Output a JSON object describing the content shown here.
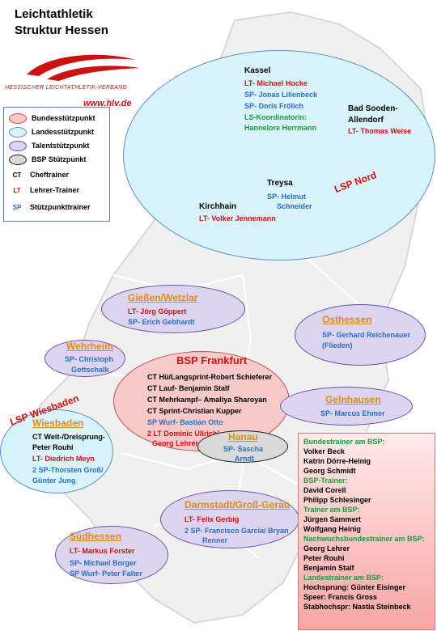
{
  "title": "Leichtathletik\nStruktur Hessen",
  "logo": {
    "text": "HESSISCHER LEICHTATHLETIK-VERBAND",
    "url": "www.hlv.de",
    "color": "#cc1111"
  },
  "legend": {
    "items": [
      {
        "label": "Bundesstützpunkt",
        "swatch": "#f8c9c9"
      },
      {
        "label": "Landesstützpunkt",
        "swatch": "#d9f3fb"
      },
      {
        "label": "Talentstützpunkt",
        "swatch": "#ddd4ef"
      },
      {
        "label": "BSP Stützpunkt",
        "swatch": "#d9d9d9"
      }
    ],
    "abbreviations": [
      {
        "abbr": "CT",
        "label": "Cheftrainer",
        "color": "#000000"
      },
      {
        "abbr": "LT",
        "label": "Lehrer-Trainer",
        "color": "#d01010"
      },
      {
        "abbr": "SP",
        "label": "Stützpunkttrainer",
        "color": "#2a6fc0"
      }
    ]
  },
  "nord": {
    "badge": "LSP Nord",
    "kassel": {
      "name": "Kassel",
      "lines": [
        "LT- Michael Hocke",
        "SP- Jonas Lilienbeck",
        "SP- Doris Frölich",
        "LS-Koordinatorin:",
        "Hannelore Herrmann"
      ]
    },
    "badsooden": {
      "name": "Bad Sooden-\nAllendorf",
      "lines": [
        "LT- Thomas Weise"
      ]
    },
    "treysa": {
      "name": "Treysa",
      "lines": [
        "SP- Helmut",
        "Schneider"
      ]
    },
    "kirchhain": {
      "name": "Kirchhain",
      "lines": [
        "LT- Volker Jennemann"
      ]
    }
  },
  "giessen": {
    "name": "Gießen/Wetzlar",
    "lines": [
      "LT- Jörg Göppert",
      "SP- Erich Gebhardt"
    ]
  },
  "osthessen": {
    "name": "Osthessen",
    "lines": [
      "SP- Gerhard Reichenauer",
      "(Flieden)"
    ]
  },
  "wehrheim": {
    "name": "Wehrheim",
    "lines": [
      "SP- Christoph",
      "Gottschalk"
    ]
  },
  "frankfurt": {
    "name": "BSP Frankfurt",
    "lines": [
      "CT Hü/Langsprint-Robert Schieferer",
      "CT Lauf- Benjamin Stalf",
      "CT Mehrkampf– Amaliya Sharoyan",
      "CT Sprint-Christian Kupper",
      "SP Wurf- Bastian Otto",
      "2 LT Dominic Ullrich/",
      "Georg Lehrer"
    ]
  },
  "gelnhausen": {
    "name": "Gelnhausen",
    "lines": [
      "SP- Marcus Ehmer"
    ]
  },
  "wiesbaden": {
    "badge": "LSP Wiesbaden",
    "name": "Wiesbaden",
    "lines": [
      "CT Weit-/Dreisprung-",
      "Peter Rouhi",
      "LT- Diedrich Meyn",
      "2 SP-Thorsten Groß/",
      "Günter Jung"
    ]
  },
  "hanau": {
    "name": "Hanau",
    "lines": [
      "SP- Sascha",
      "Arndt"
    ]
  },
  "darmstadt": {
    "name": "Darmstadt/Groß-Gerau",
    "lines": [
      "LT- Felix Gerbig",
      "2 SP- Francisco Garcia/ Bryan",
      "Renner"
    ]
  },
  "suedhessen": {
    "name": "Südhessen",
    "lines": [
      "LT- Markus Forster",
      "SP- Michael Borger",
      "SP Wurf- Peter Falter"
    ]
  },
  "bundestrainer": {
    "heading": "Bundestrainer am BSP:",
    "names1": [
      "Volker Beck",
      "Katrin Dörre-Heinig",
      "Georg Schmidt"
    ],
    "bsp_heading": "BSP-Trainer:",
    "names2": [
      "David Corell",
      "Philipp Schlesinger"
    ],
    "trainer_heading": "Trainer am BSP:",
    "names3": [
      "Jürgen Sammert",
      "Wolfgang Heinig"
    ],
    "nachwuchs_heading": "Nachwuchsbundestrainer am BSP:",
    "names4": [
      "Georg Lehrer",
      "Peter Rouhi",
      "Benjamin Stalf"
    ],
    "landes_heading": "Landestrainer am BSP:",
    "names5": [
      "Hochsprung: Günter Eisinger",
      "Speer: Francis Gross",
      "Stabhochspr: Nastia Steinbeck"
    ]
  }
}
